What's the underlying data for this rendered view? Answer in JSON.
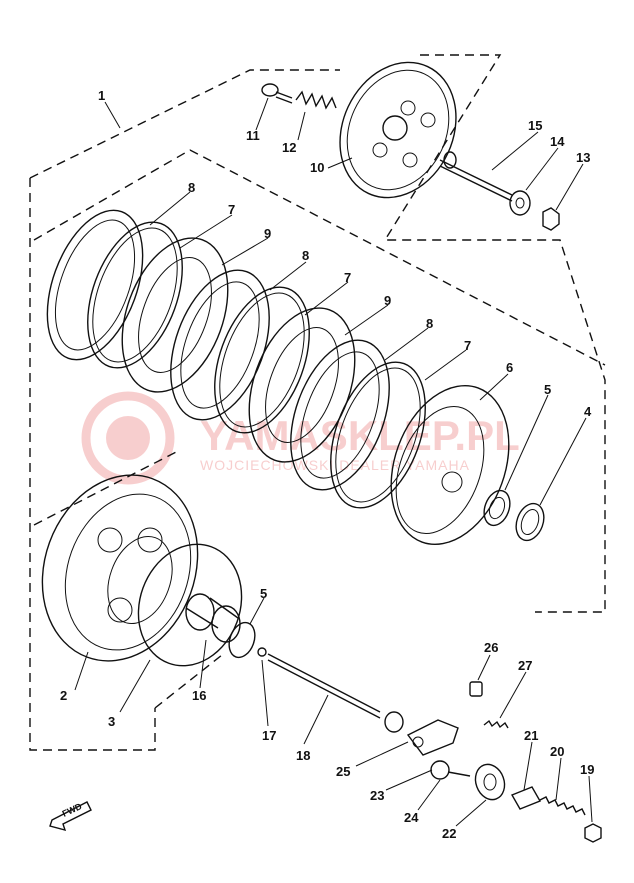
{
  "watermark": {
    "brand": "YAMASKLEP.PL",
    "tagline": "WOJCIECHOWSKI DEALER YAMAHA",
    "color": "#f2a7a7"
  },
  "fwd_label": "FWD",
  "callouts": [
    "1",
    "2",
    "3",
    "4",
    "5",
    "5",
    "6",
    "7",
    "7",
    "7",
    "8",
    "8",
    "8",
    "9",
    "9",
    "10",
    "11",
    "12",
    "13",
    "14",
    "15",
    "16",
    "17",
    "18",
    "19",
    "20",
    "21",
    "22",
    "23",
    "24",
    "25",
    "26",
    "27"
  ]
}
